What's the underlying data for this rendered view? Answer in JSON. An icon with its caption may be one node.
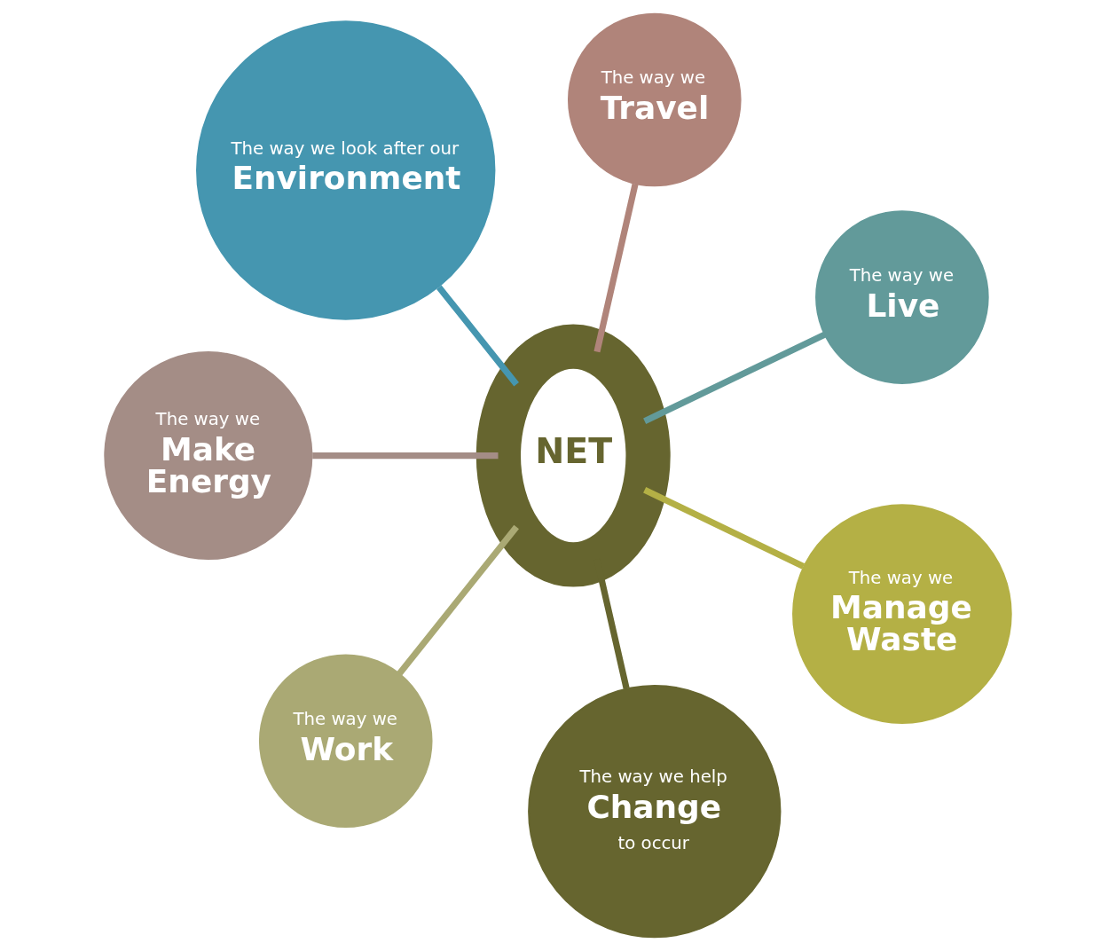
{
  "diagram": {
    "nodes": [
      {
        "text": [
          "NET"
        ]
      },
      {
        "text": [
          "The way we",
          "Live"
        ]
      },
      {
        "text": [
          "The way we",
          "Travel"
        ]
      },
      {
        "text": [
          "The way we look after our",
          "Environment"
        ]
      },
      {
        "text": [
          "The way we",
          "Make Energy"
        ]
      },
      {
        "text": [
          "The way we",
          "Work"
        ]
      },
      {
        "text": [
          "The way we help",
          "Change",
          "to occur"
        ]
      },
      {
        "text": [
          "The way we",
          "Manage Waste"
        ]
      }
    ],
    "edges": [
      {
        "from": 0,
        "to": 1,
        "arrow": "none",
        "color": "#629a9a"
      },
      {
        "from": 0,
        "to": 2,
        "arrow": "none",
        "color": "#b0847a"
      },
      {
        "from": 0,
        "to": 3,
        "arrow": "none",
        "color": "#4596b0"
      },
      {
        "from": 0,
        "to": 4,
        "arrow": "none",
        "color": "#a48d86"
      },
      {
        "from": 0,
        "to": 5,
        "arrow": "none",
        "color": "#aaa974"
      },
      {
        "from": 0,
        "to": 6,
        "arrow": "none",
        "color": "#66652f"
      },
      {
        "from": 0,
        "to": 7,
        "arrow": "none",
        "color": "#b4b045"
      }
    ]
  }
}
